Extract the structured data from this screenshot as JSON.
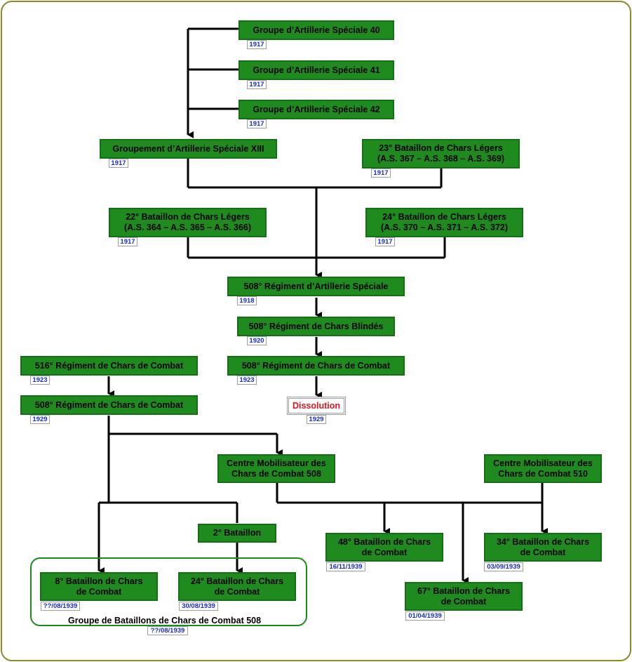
{
  "units": {
    "gas40": {
      "label": "Groupe d’Artillerie Spéciale 40",
      "date": "1917"
    },
    "gas41": {
      "label": "Groupe d’Artillerie Spéciale 41",
      "date": "1917"
    },
    "gas42": {
      "label": "Groupe d’Artillerie Spéciale 42",
      "date": "1917"
    },
    "groupement13": {
      "label": "Groupement d’Artillerie Spéciale XIII",
      "date": "1917"
    },
    "bcl23": {
      "label": "23° Bataillon de Chars Légers\n(A.S. 367 – A.S. 368 – A.S. 369)",
      "date": "1917"
    },
    "bcl22": {
      "label": "22° Bataillon de Chars Légers\n(A.S. 364 – A.S. 365 – A.S. 366)",
      "date": "1917"
    },
    "bcl24": {
      "label": "24° Bataillon de Chars Légers\n(A.S. 370 – A.S. 371 – A.S. 372)",
      "date": "1917"
    },
    "ras508": {
      "label": "508° Régiment d’Artillerie Spéciale",
      "date": "1918"
    },
    "rcb508": {
      "label": "508° Régiment de Chars Blindés",
      "date": "1920"
    },
    "rcc508a": {
      "label": "508° Régiment de Chars de Combat",
      "date": "1923"
    },
    "dissolution": {
      "label": "Dissolution",
      "date": "1929"
    },
    "rcc516": {
      "label": "516° Régiment de Chars de Combat",
      "date": "1923"
    },
    "rcc508b": {
      "label": "508° Régiment de Chars de Combat",
      "date": "1929"
    },
    "cm508": {
      "label": "Centre Mobilisateur des\nChars de Combat 508"
    },
    "cm510": {
      "label": "Centre Mobilisateur des\nChars de Combat 510"
    },
    "bat2": {
      "label": "2° Bataillon"
    },
    "bcc48": {
      "label": "48° Bataillon de Chars\nde Combat",
      "date": "16/11/1939"
    },
    "bcc34": {
      "label": "34° Bataillon de Chars\nde Combat",
      "date": "03/09/1939"
    },
    "bcc67": {
      "label": "67° Bataillon de Chars\nde Combat",
      "date": "01/04/1939"
    },
    "bcc8": {
      "label": "8° Bataillon de Chars\nde Combat",
      "date": "??/08/1939"
    },
    "bcc24": {
      "label": "24° Bataillon de Chars\nde Combat",
      "date": "30/08/1939"
    }
  },
  "group": {
    "label": "Groupe de Bataillons de Chars de Combat 508",
    "date": "??/08/1939"
  },
  "colors": {
    "box_fill": "#1f8b1f",
    "box_border": "#166e16",
    "date_text": "#1a2bd0",
    "dissolution_text": "#e0161c",
    "frame_border": "#8c8a2a",
    "connector": "#000000"
  }
}
